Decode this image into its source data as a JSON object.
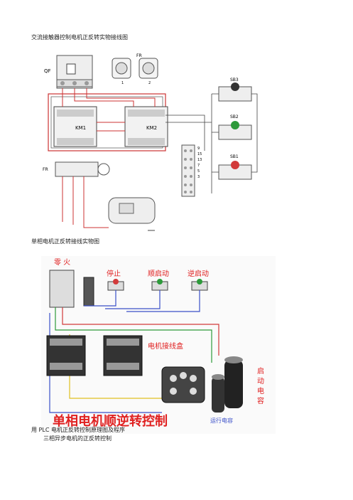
{
  "document": {
    "caption1": "交流接触器控制电机正反转实物接线图",
    "caption2": "单相电机正反转接线实物图",
    "caption3": "用 PLC 电机正反转控制原理图及程序",
    "caption4": "三相异步电机的正反转控制"
  },
  "figure1": {
    "labels": {
      "qf": "QF",
      "fr_top": "FR",
      "fr_left": "FR",
      "km1": "KM1",
      "km2": "KM2",
      "sb3": "SB3",
      "sb2": "SB2",
      "sb1": "SB1",
      "fr_t1": "1",
      "fr_t2": "2"
    },
    "terminal_numbers": [
      "9",
      "15",
      "13",
      "7",
      "5",
      "3"
    ]
  },
  "figure2": {
    "labels": {
      "ling_huo": "零 火",
      "stop": "停止",
      "fwd": "顺启动",
      "rev": "逆启动",
      "motor_box": "电机接线盒",
      "start_cap": "启\n动\n电\n容",
      "run_cap": "运行电容",
      "banner": "单相电机顺逆转控制"
    }
  },
  "colors": {
    "wire_red": "#d23a3a",
    "wire_blue": "#3a4fc8",
    "wire_green": "#2d9a3a",
    "wire_yellow": "#e0c020",
    "banner_red": "#e02020"
  }
}
